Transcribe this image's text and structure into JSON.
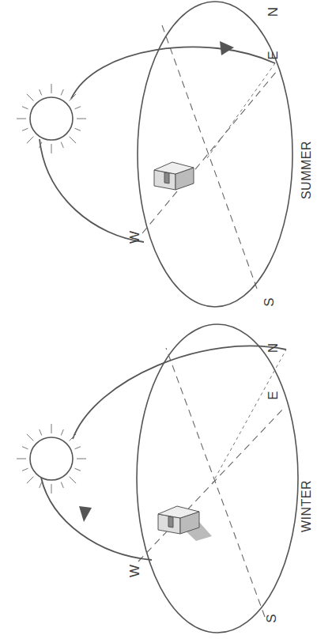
{
  "diagram": {
    "labels": [
      "W",
      "N",
      "S",
      "E",
      "WINTER",
      "W",
      "N",
      "S",
      "E",
      "SUMMER"
    ]
  }
}
